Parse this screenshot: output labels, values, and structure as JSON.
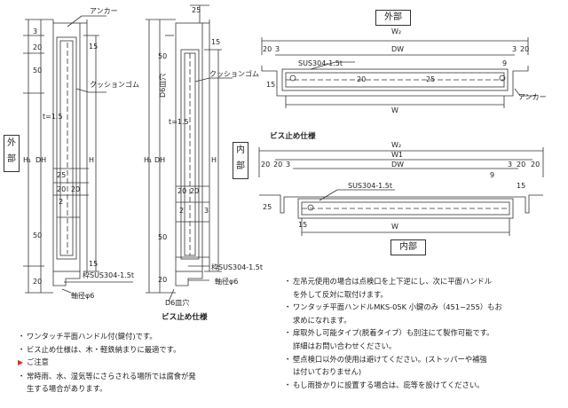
{
  "labels": {
    "exterior": "外部",
    "interior": "内部",
    "exterior_vertical": [
      "外",
      "部"
    ],
    "interior_vertical": [
      "内",
      "部"
    ],
    "screw_spec_caption": "ビス止め仕様",
    "screw_spec_caption_right": "ビス止め仕様"
  },
  "callouts": {
    "anchor": "アンカー",
    "cushion_rubber": "クッションゴム",
    "frame_material_left": "枠SUS304-1.5t",
    "frame_material_mid": "枠SUS304-1.5t",
    "shaft_left": "軸径φ6",
    "shaft_mid": "軸径φ6",
    "sus_top": "SUS304-1.5t",
    "sus_bottom": "SUS304-1.5t",
    "d6_hole": "D6皿穴",
    "anchor_right": "アンカー"
  },
  "dims": {
    "t": "t=1.5",
    "H1": "H₁",
    "DH": "DH",
    "H": "H",
    "W2": "W₂",
    "W1": "W1",
    "DW": "DW",
    "W": "W",
    "n2": "2",
    "n3": "3",
    "n9": "9",
    "n15": "15",
    "n20": "20",
    "n25": "25",
    "n50": "50"
  },
  "notes_left": [
    {
      "mark": "・",
      "text": "ワンタッチ平面ハンドル付(鍵付)です。"
    },
    {
      "mark": "・",
      "text": "ビス止め仕様は、木・軽鉄納まりに最適です。"
    },
    {
      "mark": "▶",
      "text": "ご注意"
    },
    {
      "mark": "・",
      "text": "常時雨、水、湿気等にさらされる場所では腐食が発"
    },
    {
      "mark": "",
      "text": "生する場合があります。"
    }
  ],
  "notes_right": [
    {
      "mark": "・",
      "text": "左吊元使用の場合は点検口を上下逆にし、次に平面ハンドル"
    },
    {
      "mark": "",
      "text": "を外して反対に取付けます。"
    },
    {
      "mark": "・",
      "text": "ワンタッチ平面ハンドルMKS-05K 小鍵のみ（451−255）もお"
    },
    {
      "mark": "",
      "text": "求めになれます。"
    },
    {
      "mark": "・",
      "text": "扉取外し可能タイプ(脱着タイプ）も別注にて製作可能です。"
    },
    {
      "mark": "",
      "text": "詳細はお問い合わせください。"
    },
    {
      "mark": "・",
      "text": "壁点検口以外の使用は避けてください。(ストッパーや補強"
    },
    {
      "mark": "",
      "text": "は付いておりません)"
    },
    {
      "mark": "・",
      "text": "もし雨掛かりに設置する場合は、庇等を設けてください。"
    }
  ]
}
